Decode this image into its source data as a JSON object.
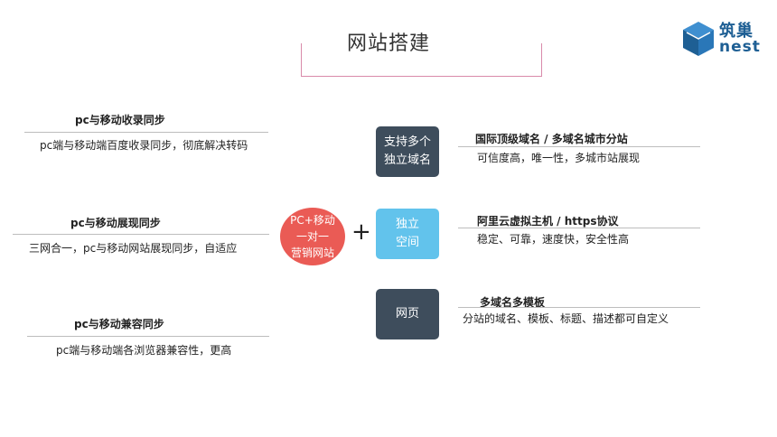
{
  "title": "网站搭建",
  "logo": {
    "cn": "筑巢",
    "en": "nest"
  },
  "colors": {
    "accent_red": "#ea5b55",
    "dark_box": "#3e4d5c",
    "light_box": "#62c3ec",
    "bracket": "#d98aaa",
    "brand_blue": "#1e5f94"
  },
  "left_features": [
    {
      "title": "pc与移动收录同步",
      "desc": "pc端与移动端百度收录同步，彻底解决转码"
    },
    {
      "title": "pc与移动展现同步",
      "desc": "三网合一，pc与移动网站展现同步，自适应"
    },
    {
      "title": "pc与移动兼容同步",
      "desc": "pc端与移动端各浏览器兼容性，更高"
    }
  ],
  "center": {
    "lines": [
      "PC+移动",
      "一对一",
      "营销网站"
    ],
    "plus": "+"
  },
  "right_features": [
    {
      "box_lines": [
        "支持多个",
        "独立域名"
      ],
      "title": "国际顶级域名 / 多域名城市分站",
      "desc": "可信度高，唯一性，多城市站展现"
    },
    {
      "box_lines": [
        "独立",
        "空间"
      ],
      "title": "阿里云虚拟主机 / https协议",
      "desc": "稳定、可靠，速度快，安全性高"
    },
    {
      "box_lines": [
        "网页"
      ],
      "title": "多域名多模板",
      "desc": "分站的域名、模板、标题、描述都可自定义"
    }
  ]
}
